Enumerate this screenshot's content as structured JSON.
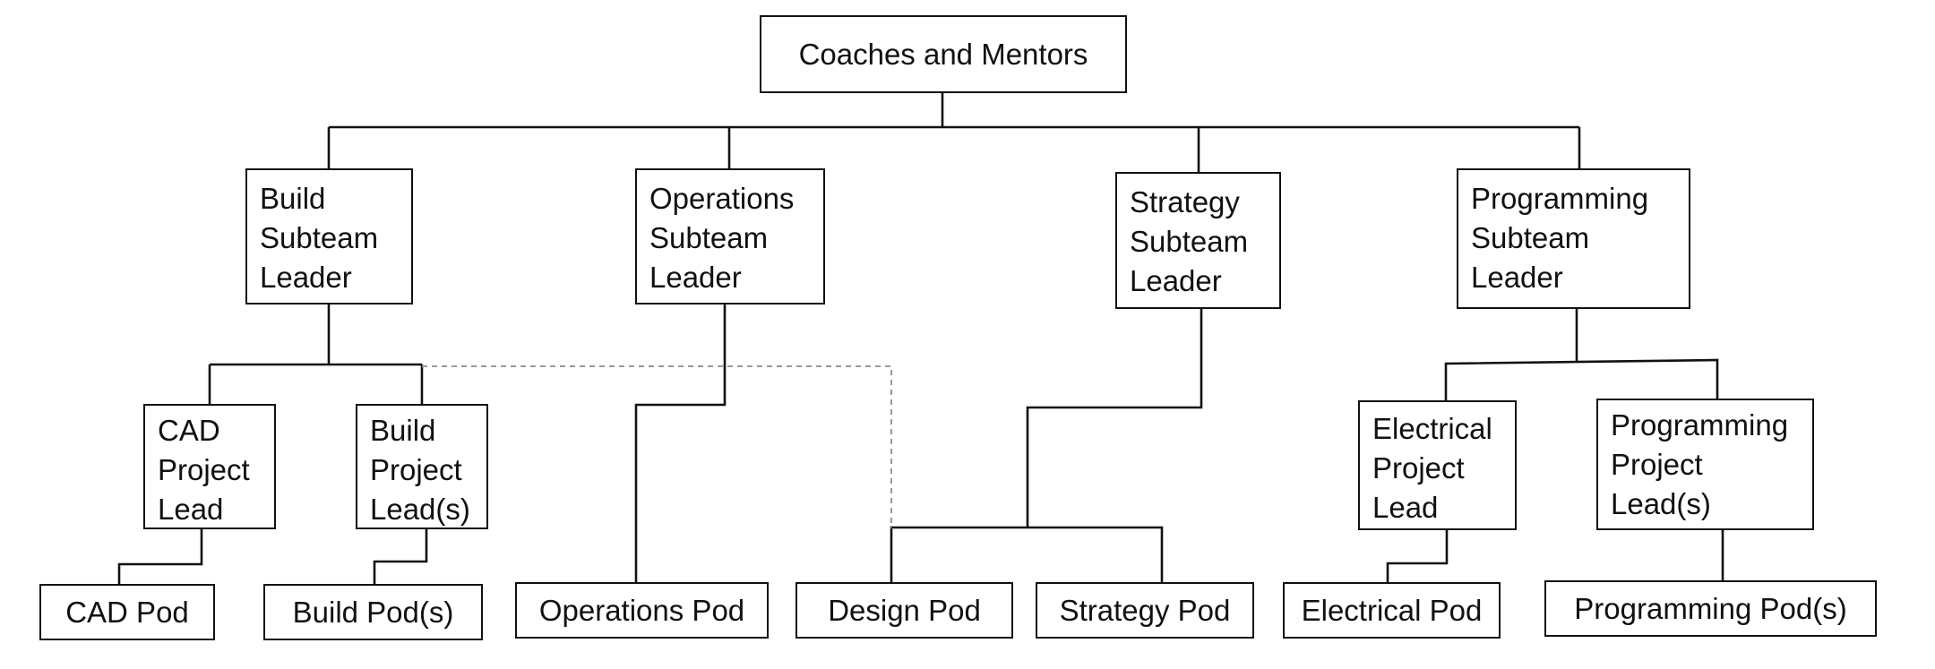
{
  "root": {
    "label": "Coaches and Mentors"
  },
  "subteams": {
    "build": [
      "Build",
      "Subteam",
      "Leader"
    ],
    "operations": [
      "Operations",
      "Subteam",
      "Leader"
    ],
    "strategy": [
      "Strategy",
      "Subteam",
      "Leader"
    ],
    "programming": [
      "Programming",
      "Subteam",
      "Leader"
    ]
  },
  "leads": {
    "cad": [
      "CAD",
      "Project",
      "Lead"
    ],
    "build": [
      "Build",
      "Project",
      "Lead(s)"
    ],
    "electrical": [
      "Electrical",
      "Project",
      "Lead"
    ],
    "programming": [
      "Programming",
      "Project",
      "Lead(s)"
    ]
  },
  "pods": {
    "cad": "CAD Pod",
    "build": "Build Pod(s)",
    "operations": "Operations Pod",
    "design": "Design Pod",
    "strategy": "Strategy Pod",
    "electrical": "Electrical Pod",
    "programming": "Programming Pod(s)"
  }
}
